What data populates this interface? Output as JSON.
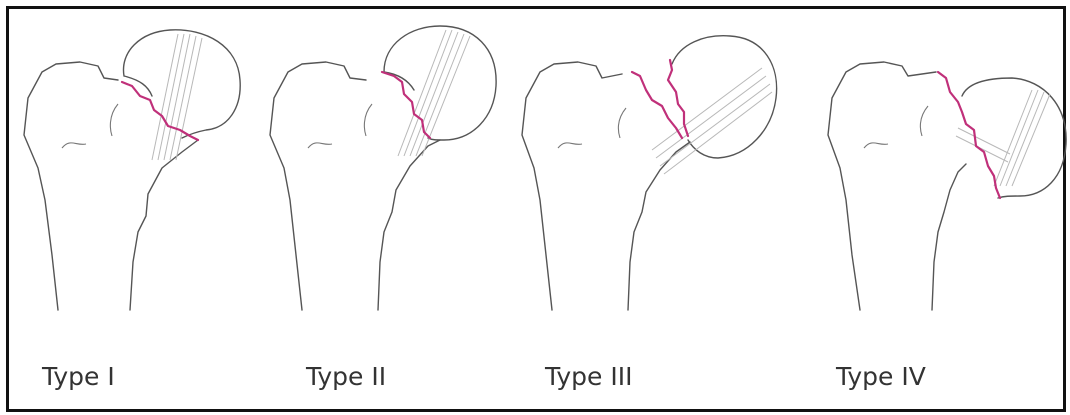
{
  "panels": [
    {
      "label": "Type I"
    },
    {
      "label": "Type II"
    },
    {
      "label": "Type III"
    },
    {
      "label": "Type IV"
    }
  ],
  "colors": {
    "outline": "#555555",
    "fracture_line": "#c0307a",
    "trabeculae": "#b8b8b8",
    "frame": "#111111"
  }
}
